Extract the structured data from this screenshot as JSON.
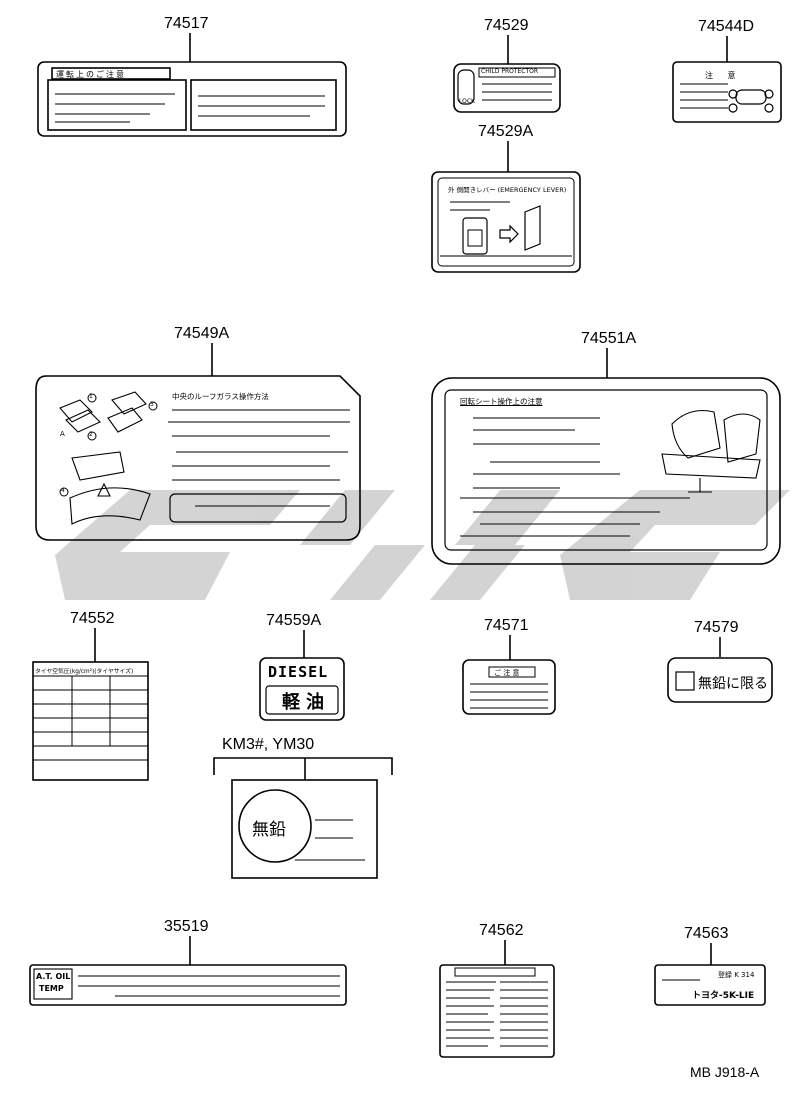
{
  "parts": {
    "p74517": "74517",
    "p74529": "74529",
    "p74544D": "74544D",
    "p74529A": "74529A",
    "p74549A": "74549A",
    "p74551A": "74551A",
    "p74552": "74552",
    "p74559A": "74559A",
    "p74571": "74571",
    "p74579": "74579",
    "p35519": "35519",
    "p74562": "74562",
    "p74563": "74563"
  },
  "variant_label": "KM3#, YM30",
  "labels": {
    "label_74517_title": "運転上のご注意",
    "label_74529_title": "CHILD PROTECTOR",
    "label_74529_lock": "LOCK",
    "label_74544D_title": "注 意",
    "label_74529A_title": "外 側開きレバー (EMERGENCY LEVER)",
    "label_74549A_title": "中央のルーフガラス操作方法",
    "label_74549A_callouts": [
      "1",
      "2",
      "3",
      "4",
      "A"
    ],
    "label_74551A_title": "回転シート操作上の注意",
    "label_74552_header": "タイヤ空気圧(kg/cm²)(タイヤサイズ)",
    "label_74559A_top": "DIESEL",
    "label_74559A_bottom": "軽油",
    "label_74571_title": "ご 注 意",
    "label_74579_text": "無鉛に限る",
    "label_km3_text": "無鉛",
    "label_35519_line1": "A.T. OIL",
    "label_35519_line2": "TEMP",
    "label_74563_top": "登録 K 314",
    "label_74563_bottom": "トヨタ-5K-LIE"
  },
  "footer_code": "MB  J918-A",
  "watermark_color": "#cfcfcf"
}
